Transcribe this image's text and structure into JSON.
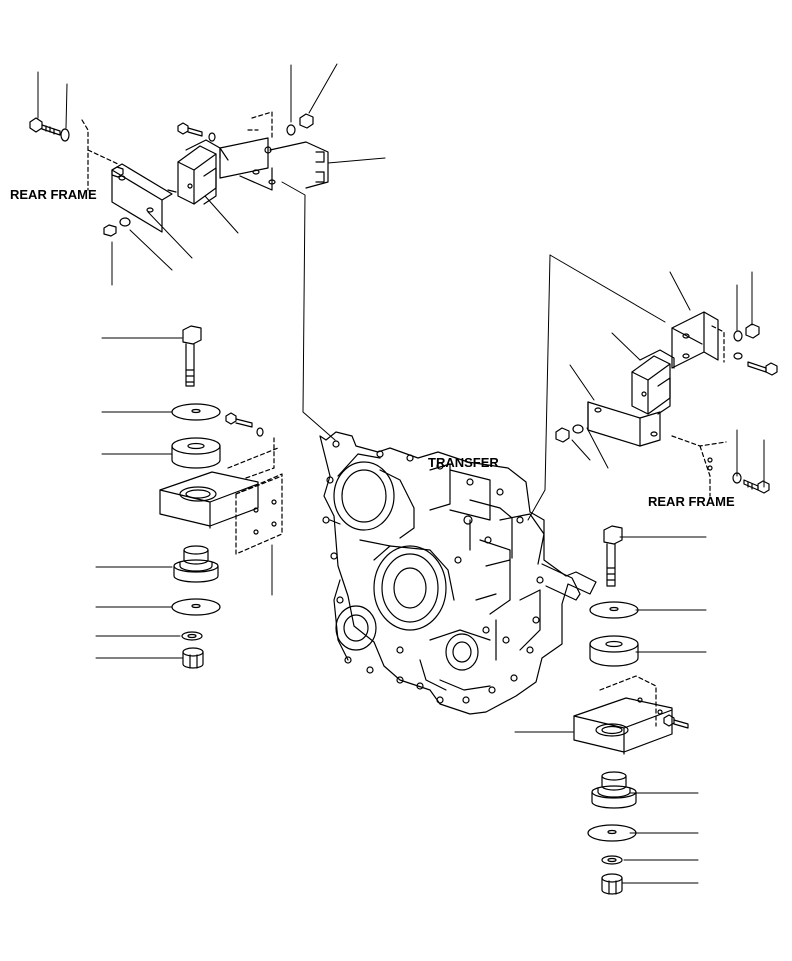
{
  "labels": {
    "rear_frame_left": "REAR FRAME",
    "rear_frame_right": "REAR FRAME",
    "transfer": "TRANSFER"
  },
  "colors": {
    "line": "#000000",
    "background": "#ffffff"
  }
}
